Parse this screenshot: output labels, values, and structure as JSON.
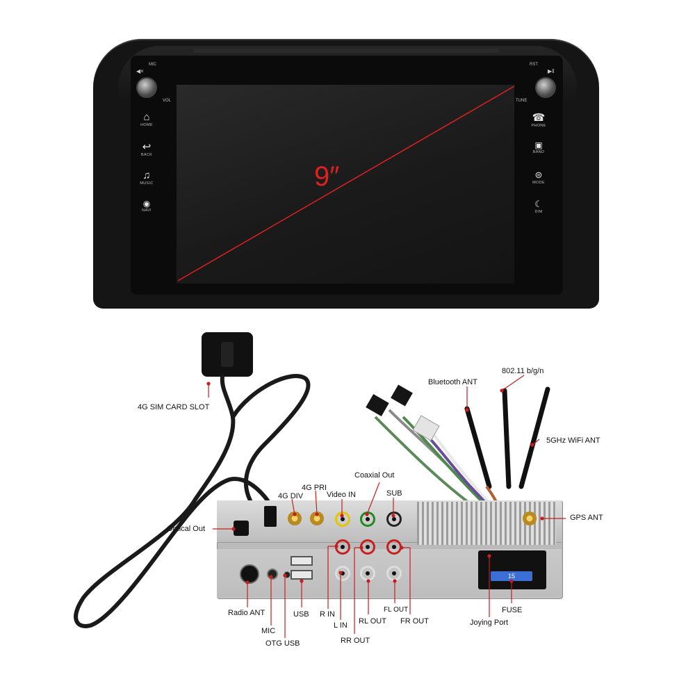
{
  "head_unit": {
    "screen_size": "9″",
    "top_left_labels": {
      "mic": "MIC",
      "vol": "VOL"
    },
    "top_right_labels": {
      "rst": "RST",
      "tune": "TUNE"
    },
    "left_buttons": [
      {
        "icon": "home-icon",
        "label": "HOME"
      },
      {
        "icon": "back-icon",
        "label": "BACK"
      },
      {
        "icon": "music-icon",
        "label": "MUSIC"
      },
      {
        "icon": "navi-icon",
        "label": "NAVI"
      }
    ],
    "right_buttons": [
      {
        "icon": "phone-icon",
        "label": "PHONE"
      },
      {
        "icon": "band-icon",
        "label": "BAND"
      },
      {
        "icon": "mode-icon",
        "label": "MODE"
      },
      {
        "icon": "dim-icon",
        "label": "DIM"
      }
    ],
    "accent_color": "#e02020"
  },
  "diagram": {
    "sim_slot": "4G SIM CARD SLOT",
    "bluetooth_ant": "Bluetooth ANT",
    "wifi_24": "802.11 b/g/n",
    "wifi_5": "5GHz WiFi ANT",
    "coaxial_out": "Coaxial Out",
    "g4_pri": "4G PRI",
    "g4_div": "4G DIV",
    "video_in": "Video IN",
    "sub": "SUB",
    "gps_ant": "GPS ANT",
    "optical_out": "Optical Out",
    "radio_ant": "Radio ANT",
    "usb": "USB",
    "r_in": "R IN",
    "l_in": "L IN",
    "rl_out": "RL OUT",
    "fl_out": "FL OUT",
    "fr_out": "FR OUT",
    "rr_out": "RR OUT",
    "fuse": "FUSE",
    "joying_port": "Joying Port",
    "mic": "MIC",
    "otg_usb": "OTG USB",
    "fuse_value": "15"
  }
}
